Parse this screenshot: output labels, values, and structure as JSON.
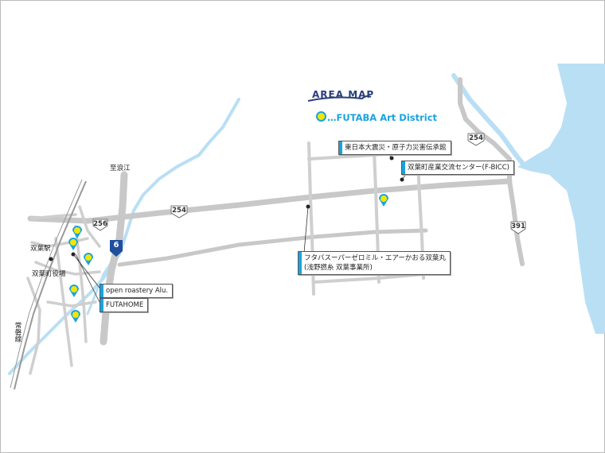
{
  "title": "AREA MAP",
  "legend": {
    "marker": "…",
    "label": "FUTABA Art District",
    "pin_color": "#f2e600",
    "accent_color": "#1aa3df"
  },
  "colors": {
    "road": "#c8c8c8",
    "river": "#b9dff4",
    "sea": "#b9dff4",
    "rail": "#9a9a9a",
    "route_badge": "#1f4e9d"
  },
  "routes": {
    "r254_a": "254",
    "r254_b": "254",
    "r256": "256",
    "r391": "391",
    "r6": "6"
  },
  "places": {
    "to_namie": "至浪江",
    "futaba_station": "双葉駅",
    "town_office": "双葉町役場",
    "joban_line": "常磐線"
  },
  "callouts": {
    "memorial_museum": "東日本大震災・原子力災害伝承館",
    "bicc": "双葉町産業交流センター(F-BICC)",
    "supermarket_line1": "フタバスーパーゼロミル・エアーかおる双葉丸",
    "supermarket_line2": "(浅野撚糸 双葉事業所)",
    "alu": "open roastery Alu.",
    "futahome": "FUTAHOME"
  }
}
